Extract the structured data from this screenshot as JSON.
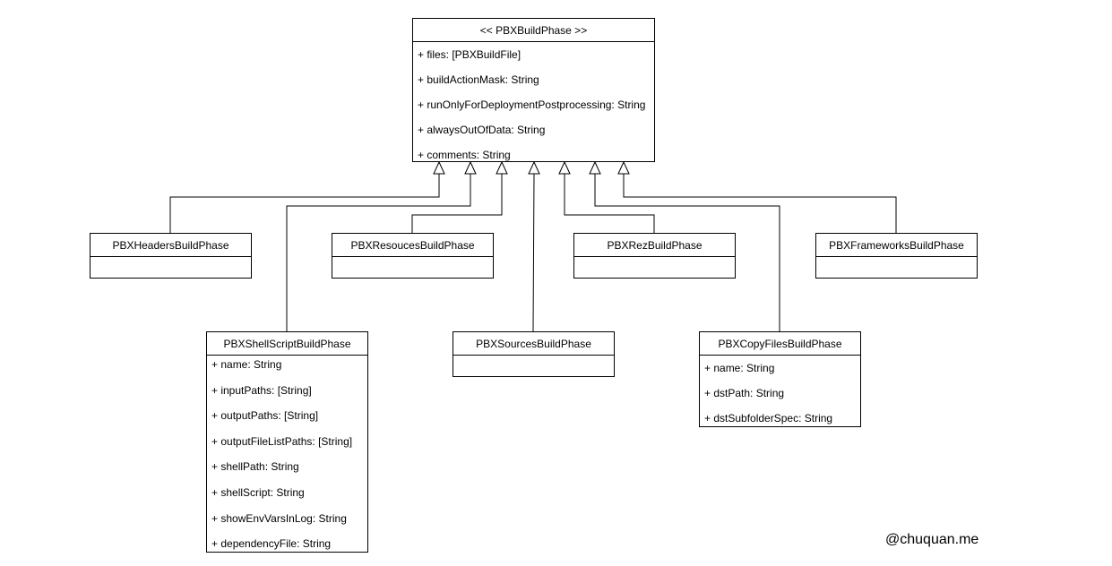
{
  "base_class": {
    "name": "<< PBXBuildPhase >>",
    "attributes": [
      "+ files: [PBXBuildFile]",
      "+ buildActionMask: String",
      "+ runOnlyForDeploymentPostprocessing: String",
      "+ alwaysOutOfData: String",
      "+ comments: String"
    ]
  },
  "subclasses": {
    "headers": {
      "name": "PBXHeadersBuildPhase"
    },
    "resources": {
      "name": "PBXResoucesBuildPhase"
    },
    "rez": {
      "name": "PBXRezBuildPhase"
    },
    "frameworks": {
      "name": "PBXFrameworksBuildPhase"
    },
    "shell_script": {
      "name": "PBXShellScriptBuildPhase",
      "attributes": [
        "+ name: String",
        "+ inputPaths: [String]",
        "+ outputPaths: [String]",
        "+ outputFileListPaths: [String]",
        "+ shellPath: String",
        "+ shellScript: String",
        "+ showEnvVarsInLog: String",
        "+ dependencyFile: String"
      ]
    },
    "sources": {
      "name": "PBXSourcesBuildPhase"
    },
    "copy_files": {
      "name": "PBXCopyFilesBuildPhase",
      "attributes": [
        "+ name: String",
        "+ dstPath: String",
        "+ dstSubfolderSpec: String"
      ]
    }
  },
  "watermark": "@chuquan.me"
}
